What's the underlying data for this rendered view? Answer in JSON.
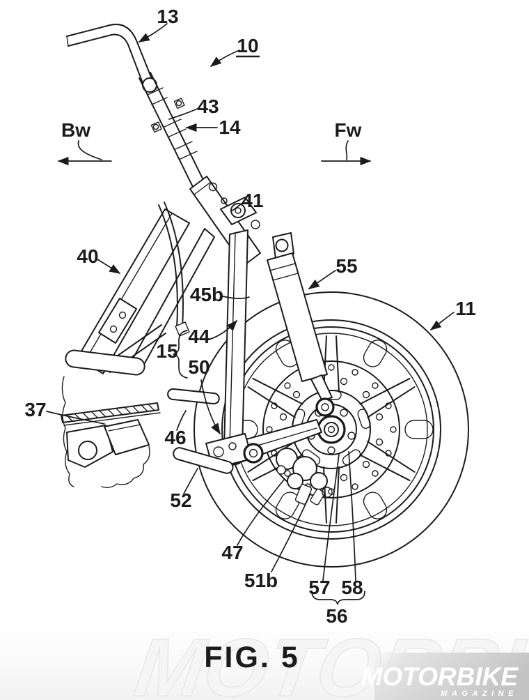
{
  "figure": {
    "caption": "FIG. 5"
  },
  "direction_arrows": {
    "backward": "Bw",
    "forward": "Fw"
  },
  "ref_labels": {
    "n10": "10",
    "n11": "11",
    "n13": "13",
    "n14": "14",
    "n15": "15",
    "n37": "37",
    "n40": "40",
    "n41": "41",
    "n43": "43",
    "n44": "44",
    "n45b": "45b",
    "n46": "46",
    "n47": "47",
    "n50": "50",
    "n51b": "51b",
    "n52": "52",
    "n55": "55",
    "n56": "56",
    "n57": "57",
    "n58": "58"
  },
  "watermark": {
    "outline_text": "MOTORBIKE",
    "logo_title": "MOTORBIKE",
    "logo_subtitle": "MAGAZINE"
  },
  "colors": {
    "ink": "#1b1b1b",
    "paper": "#ffffff",
    "watermark_fill": "#f5f5f5",
    "watermark_stroke": "#e8e8e8",
    "logo_banner_light": "#e6e6e6",
    "logo_banner_dark": "#c3c3c3",
    "logo_text": "#ffffff"
  }
}
